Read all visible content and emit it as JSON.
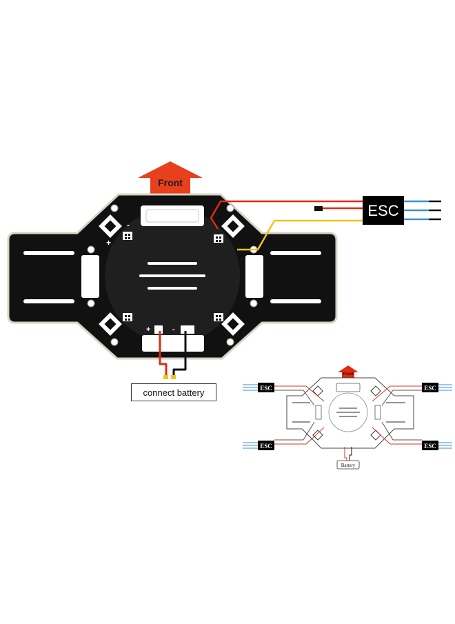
{
  "labels": {
    "front": "Front",
    "esc": "ESC",
    "connect_battery": "connect battery",
    "small_front": "Front",
    "small_esc": "ESC",
    "small_battery": "Battery",
    "plus": "+",
    "minus": "-"
  },
  "colors": {
    "board": "#111111",
    "arrow": "#e8401c",
    "wire_red": "#e02a12",
    "wire_black": "#111111",
    "wire_yellow": "#f2c21a",
    "wire_blue": "#3a8fd6"
  }
}
